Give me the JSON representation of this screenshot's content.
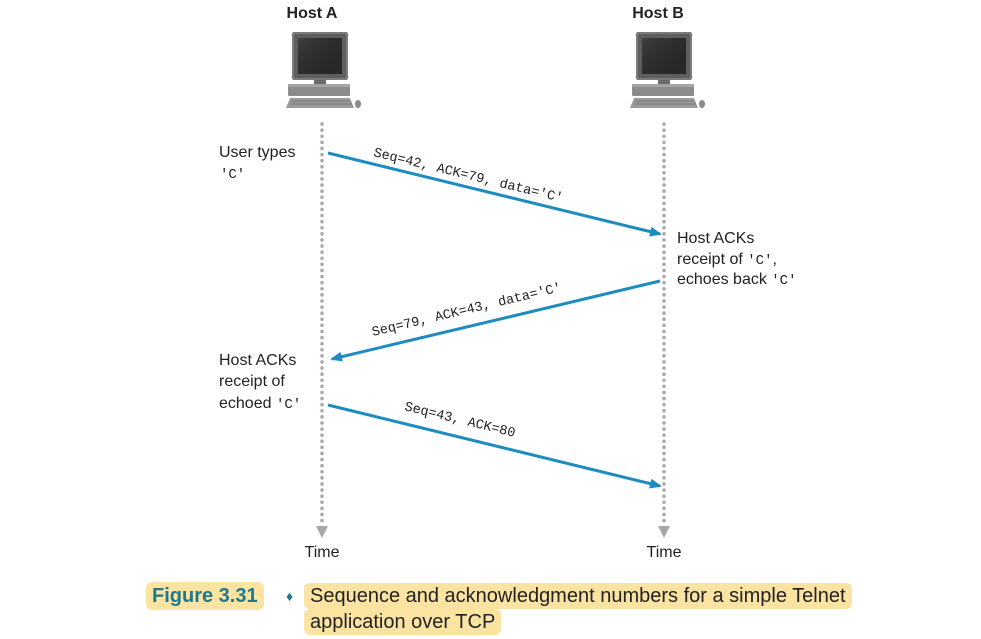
{
  "hosts": {
    "a_label": "Host A",
    "b_label": "Host B"
  },
  "events": {
    "a_user_types": "User types",
    "a_user_char": "'C'",
    "b_ack_line1": "Host ACKs",
    "b_ack_line2_text": "receipt of ",
    "b_ack_line2_code": "'C'",
    "b_ack_line2_tail": ",",
    "b_ack_line3_text": "echoes back ",
    "b_ack_line3_code": "'C'",
    "a_ack_line1": "Host ACKs",
    "a_ack_line2": "receipt of",
    "a_ack_line3_text": "echoed ",
    "a_ack_line3_code": "'C'"
  },
  "segments": [
    {
      "from": "Host A",
      "to": "Host B",
      "label": "Seq=42, ACK=79, data='C'"
    },
    {
      "from": "Host B",
      "to": "Host A",
      "label": "Seq=79, ACK=43, data='C'"
    },
    {
      "from": "Host A",
      "to": "Host B",
      "label": "Seq=43, ACK=80"
    }
  ],
  "time": {
    "a_label": "Time",
    "b_label": "Time"
  },
  "caption": {
    "figure_tag": "Figure 3.31",
    "separator": "♦",
    "line1": "Sequence and acknowledgment numbers for a simple Telnet",
    "line2": "application over TCP"
  },
  "colors": {
    "arrow": "#1f8cc0",
    "timeline": "#a8a8a8",
    "caption_bg": "#fbe3a1",
    "figure_tag_text": "#1d7a8c"
  },
  "icons": {
    "host_a": "desktop-computer-icon",
    "host_b": "desktop-computer-icon"
  }
}
